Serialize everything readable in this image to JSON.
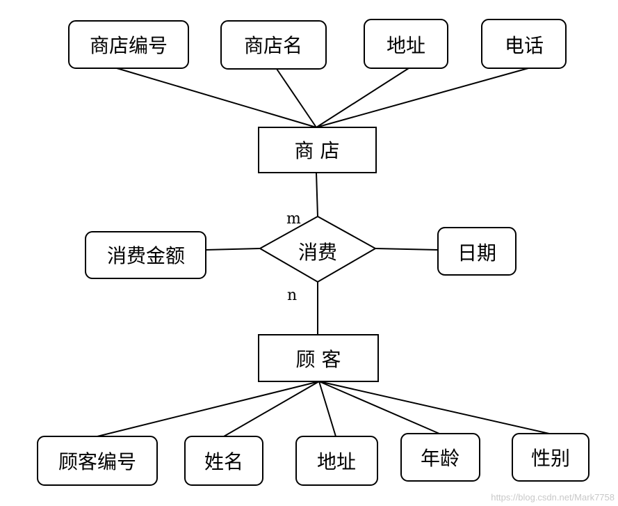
{
  "entities": {
    "shop": "商 店",
    "customer": "顾 客"
  },
  "relationship": "消费",
  "cardinality": {
    "shop_side": "m",
    "customer_side": "n"
  },
  "shop_attributes": [
    "商店编号",
    "商店名",
    "地址",
    "电话"
  ],
  "relationship_attributes": {
    "left": "消费金额",
    "right": "日期"
  },
  "customer_attributes": [
    "顾客编号",
    "姓名",
    "地址",
    "年龄",
    "性别"
  ],
  "watermark": "https://blog.csdn.net/Mark7758"
}
